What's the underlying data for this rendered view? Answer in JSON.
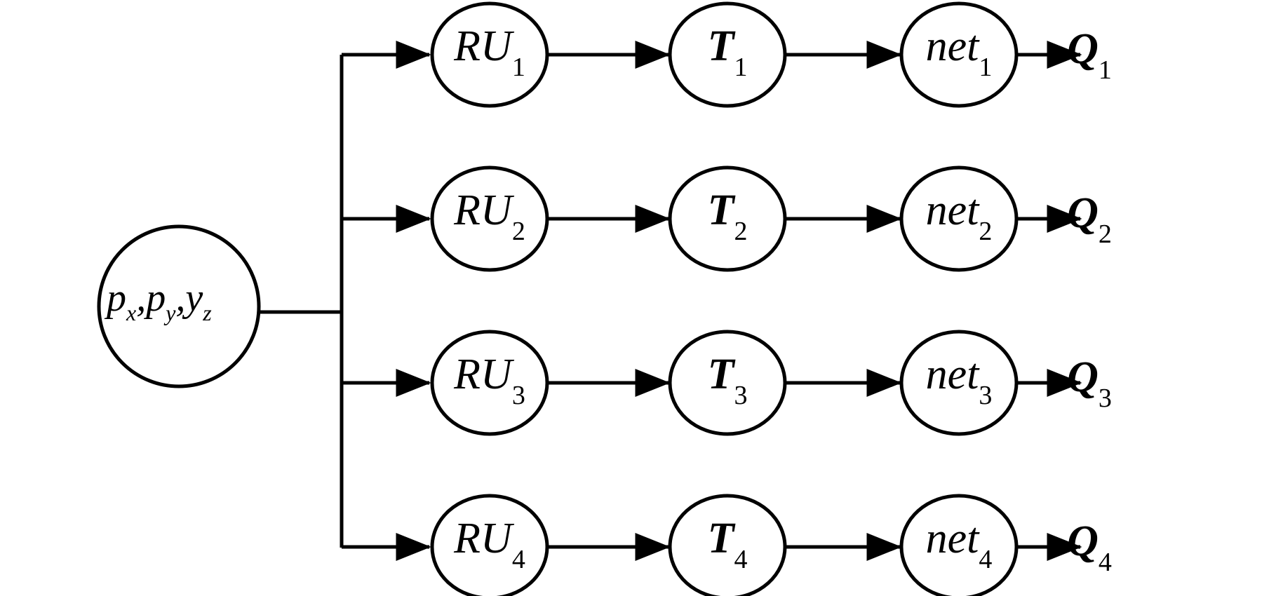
{
  "input": {
    "parts": [
      {
        "base": "p",
        "sub": "x"
      },
      {
        "base": "p",
        "sub": "y"
      },
      {
        "base": "y",
        "sub": "z"
      }
    ],
    "separator": ","
  },
  "rows": [
    {
      "ru": {
        "base": "RU",
        "sub": "1"
      },
      "t": {
        "base": "T",
        "sub": "1"
      },
      "net": {
        "base": "net",
        "sub": "1"
      },
      "q": {
        "base": "Q",
        "sub": "1"
      }
    },
    {
      "ru": {
        "base": "RU",
        "sub": "2"
      },
      "t": {
        "base": "T",
        "sub": "2"
      },
      "net": {
        "base": "net",
        "sub": "2"
      },
      "q": {
        "base": "Q",
        "sub": "2"
      }
    },
    {
      "ru": {
        "base": "RU",
        "sub": "3"
      },
      "t": {
        "base": "T",
        "sub": "3"
      },
      "net": {
        "base": "net",
        "sub": "3"
      },
      "q": {
        "base": "Q",
        "sub": "3"
      }
    },
    {
      "ru": {
        "base": "RU",
        "sub": "4"
      },
      "t": {
        "base": "T",
        "sub": "4"
      },
      "net": {
        "base": "net",
        "sub": "4"
      },
      "q": {
        "base": "Q",
        "sub": "4"
      }
    }
  ],
  "colors": {
    "stroke": "#000000",
    "background": "#ffffff"
  }
}
